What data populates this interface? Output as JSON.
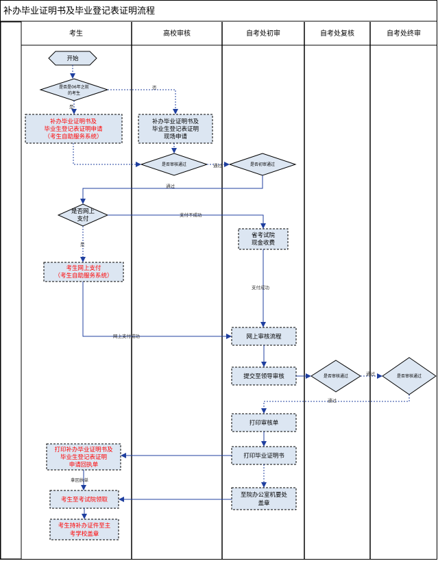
{
  "title": "补办毕业证明书及毕业登记表证明流程",
  "lanes": [
    "考生",
    "高校审核",
    "自考处初审",
    "自考处复核",
    "自考处终审"
  ],
  "nodes": {
    "start": "开始",
    "d_before06": [
      "是否是06年之前",
      "的考生"
    ],
    "apply_online": [
      "补办毕业证明书及",
      "毕业生登记表证明申请",
      "（考生自助服务系统）"
    ],
    "apply_onsite": [
      "补办毕业证明书及",
      "毕业生登记表证明",
      "现场申请"
    ],
    "d_univ": "是否审核通过",
    "d_first": "是否初审通过",
    "d_pay": [
      "是否网上",
      "支付"
    ],
    "pay_online": [
      "考生网上支付",
      "（考生自助服务系统）"
    ],
    "cash_fee": [
      "省考试院",
      "现金收费"
    ],
    "online_review": "网上审核流程",
    "submit_leader": "提交至领导审核",
    "d_recheck": "是否审核通过",
    "d_final": "是否审核通过",
    "print_form": "打印审核单",
    "print_cert": "打印毕业证明书",
    "stamp": [
      "至院办公室机要处",
      "盖章"
    ],
    "print_receipt": [
      "打印补办毕业证明书及",
      "毕业生登记表证明",
      "申请回执单"
    ],
    "collect": "考生至考试院领取",
    "school_stamp": [
      "考生持补办证件至主",
      "考学校盖章"
    ]
  },
  "edge_labels": {
    "no": "否",
    "yes": "是",
    "pass": "通过",
    "pay_fail": "支付不成功",
    "pay_success": "支付成功",
    "online_pay_success": "网上支付成功",
    "take_receipt": "拿回执单"
  },
  "colors": {
    "node_fill": "#dce6f2",
    "edge": "#1f3f9f",
    "red_text": "#ff0000"
  }
}
